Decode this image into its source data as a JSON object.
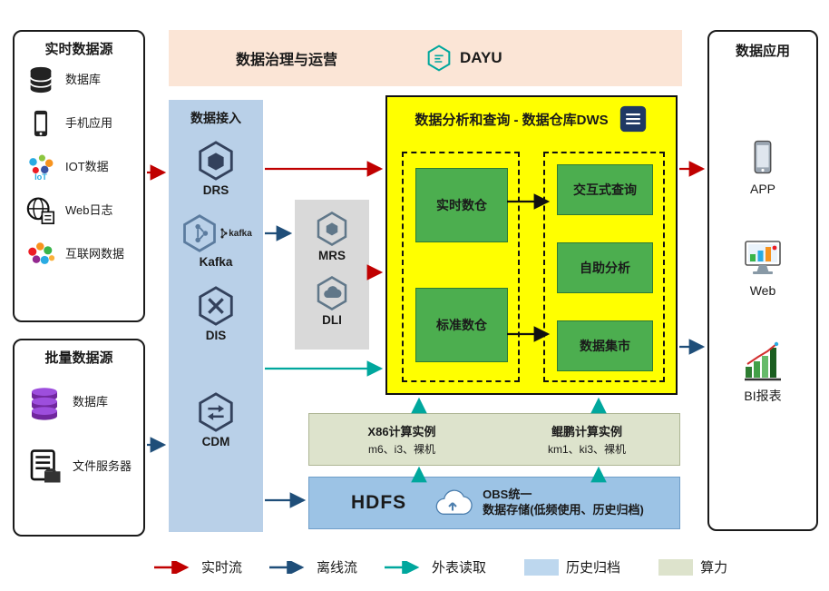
{
  "governance": {
    "title": "数据治理与运营",
    "logo_text": "DAYU"
  },
  "realtime_sources": {
    "title": "实时数据源",
    "items": [
      {
        "label": "数据库",
        "icon": "database-icon"
      },
      {
        "label": "手机应用",
        "icon": "phone-icon"
      },
      {
        "label": "IOT数据",
        "icon": "iot-icon"
      },
      {
        "label": "Web日志",
        "icon": "web-log-icon"
      },
      {
        "label": "互联网数据",
        "icon": "internet-data-icon"
      }
    ]
  },
  "batch_sources": {
    "title": "批量数据源",
    "items": [
      {
        "label": "数据库",
        "icon": "database-stack-icon"
      },
      {
        "label": "文件服务器",
        "icon": "file-server-icon"
      }
    ]
  },
  "ingestion": {
    "title": "数据接入",
    "services": [
      "DRS",
      "Kafka",
      "DIS",
      "CDM"
    ],
    "kafka_badge": "kafka"
  },
  "processing": {
    "services": [
      "MRS",
      "DLI"
    ]
  },
  "dws": {
    "title": "数据分析和查询 - 数据仓库DWS",
    "warehouse_group": [
      "实时数仓",
      "标准数仓"
    ],
    "query_group": [
      "交互式查询",
      "自助分析",
      "数据集市"
    ]
  },
  "compute": {
    "x86_title": "X86计算实例",
    "x86_spec": "m6、i3、裸机",
    "kunpeng_title": "鲲鹏计算实例",
    "kunpeng_spec": "km1、ki3、裸机"
  },
  "storage": {
    "hdfs": "HDFS",
    "obs_line1": "OBS统一",
    "obs_line2": "数据存储",
    "obs_note": "(低频使用、历史归档)"
  },
  "applications": {
    "title": "数据应用",
    "items": [
      "APP",
      "Web",
      "BI报表"
    ]
  },
  "legend": {
    "realtime": "实时流",
    "offline": "离线流",
    "external": "外表读取",
    "archive": "历史归档",
    "compute": "算力"
  },
  "colors": {
    "realtime_flow": "#c00000",
    "offline_flow": "#1f4e79",
    "external_read": "#00a79d",
    "archive_fill": "#bdd7ee",
    "compute_fill": "#dde3cc",
    "dws_fill": "#ffff00",
    "service_green": "#4cae4f",
    "banner_fill": "#fbe5d6",
    "ingestion_fill": "#b9d0e8",
    "storage_fill": "#9cc3e5",
    "processing_fill": "#d9d9d9"
  }
}
